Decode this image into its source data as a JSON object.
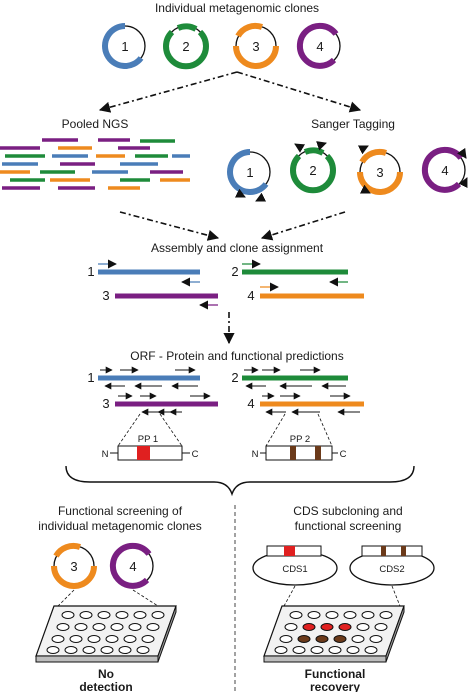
{
  "colors": {
    "blue": "#4a7db8",
    "green": "#1e8b3a",
    "orange": "#ee8a1e",
    "purple": "#7a1f82",
    "red": "#e02020",
    "brown": "#6b3a1a"
  },
  "labels": {
    "title_clones": "Individual metagenomic clones",
    "pooled_ngs": "Pooled NGS",
    "sanger_tagging": "Sanger Tagging",
    "assembly": "Assembly and clone assignment",
    "orf": "ORF - Protein and functional predictions",
    "pp1": "PP 1",
    "pp2": "PP 2",
    "n_term": "N",
    "c_term": "C",
    "screen_left_1": "Functional screening of",
    "screen_left_2": "individual metagenomic clones",
    "screen_right_1": "CDS subcloning and",
    "screen_right_2": "functional screening",
    "cds1": "CDS1",
    "cds2": "CDS2",
    "no_detection_1": "No",
    "no_detection_2": "detection",
    "recovery_1": "Functional",
    "recovery_2": "recovery"
  },
  "clone_numbers": [
    "1",
    "2",
    "3",
    "4"
  ]
}
